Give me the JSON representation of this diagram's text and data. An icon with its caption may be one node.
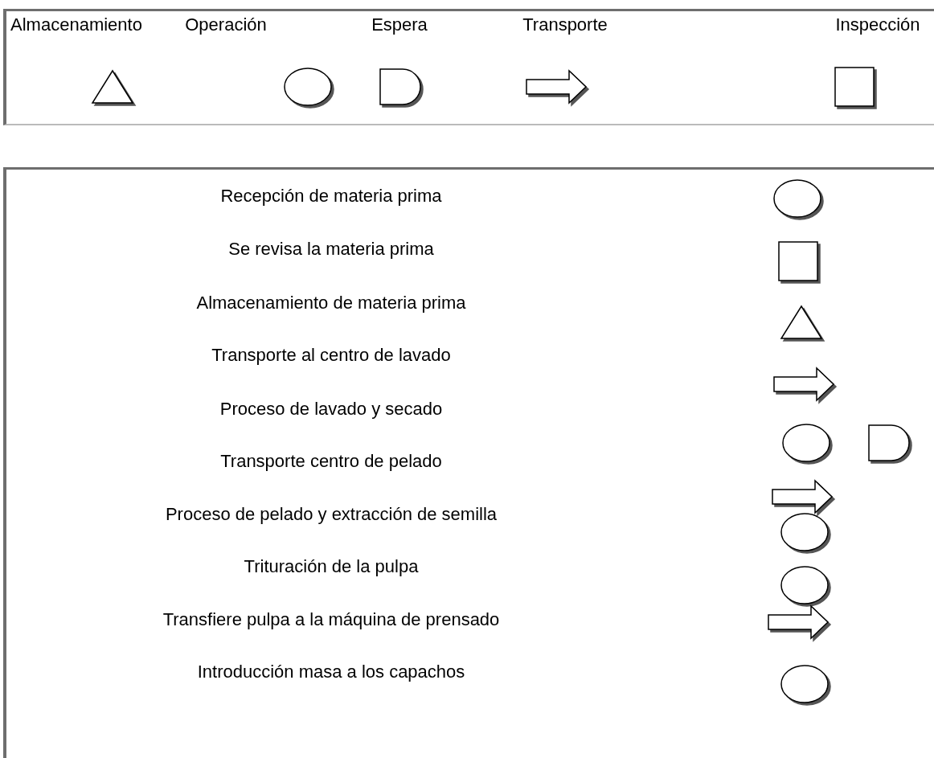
{
  "diagram": {
    "legend": [
      {
        "text": "Almacenamiento"
      },
      {
        "text": "Operación"
      },
      {
        "text": "Espera"
      },
      {
        "text": "Transporte"
      },
      {
        "text": "Inspección"
      }
    ],
    "labels": [
      "Recepción de materia prima",
      "Se revisa la materia prima",
      "Almacenamiento de materia prima",
      "Transporte al centro de lavado",
      "Proceso de lavado y secado",
      "Transporte centro de pelado",
      "Proceso de pelado y extracción de semilla",
      "Trituración de la pulpa",
      "Transfiere pulpa a la máquina de prensado",
      "Introducción masa a los capachos"
    ]
  }
}
